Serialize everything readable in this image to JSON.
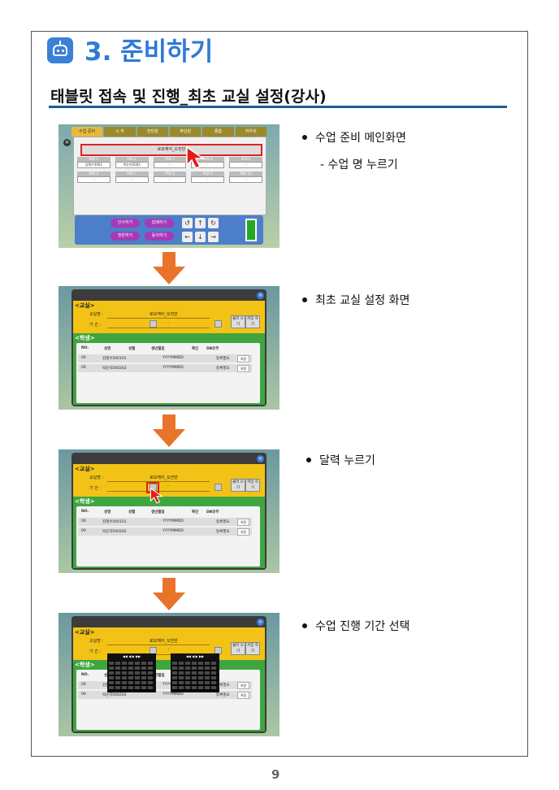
{
  "header": {
    "title": "3. 준비하기",
    "subtitle": "태블릿 접속 및 진행_최초 교실 설정(강사)"
  },
  "colors": {
    "title": "#2f7ad6",
    "underline": "#1f5a96",
    "arrow": "#e9732a"
  },
  "steps": [
    {
      "bullet": "수업 준비 메인화면",
      "sub": "- 수업 명 누르기"
    },
    {
      "bullet": "최초 교실 설정 화면"
    },
    {
      "bullet": "달력 누르기"
    },
    {
      "bullet": "수업 진행 기간 선택"
    }
  ],
  "shot1": {
    "tabs": [
      "수업 준비",
      "시 작",
      "전단원",
      "후단원",
      "종합",
      "하우미"
    ],
    "class_name": "로보케어_오전반",
    "pads": [
      {
        "label": "PAD 1",
        "value": "김철수5001"
      },
      {
        "label": "PAD 2",
        "value": "박순자5002"
      },
      {
        "label": "PAD 3",
        "value": "-"
      },
      {
        "label": "PAD 4",
        "value": "-"
      },
      {
        "label": "PAD 5",
        "value": "-"
      },
      {
        "label": "PAD 6",
        "value": "-"
      },
      {
        "label": "PAD 7",
        "value": "-"
      },
      {
        "label": "PAD 8",
        "value": "-"
      },
      {
        "label": "PAD 9",
        "value": "-"
      },
      {
        "label": "PAD 10",
        "value": "-"
      }
    ],
    "buttons": [
      "인사하기",
      "답례하기",
      "칭찬하기",
      "동의하기"
    ]
  },
  "dialog": {
    "classroom_header": "<교실>",
    "class_label": "교실명 :",
    "class_value": "로보케어_오전반",
    "period_label": "기 간 :",
    "period_sep": "-",
    "load_btn": "불러 오기",
    "save_btn": "저장 하기",
    "student_header": "<학생>",
    "columns": [
      "NO.",
      "성명",
      "성별",
      "생년월일",
      "확인",
      "DB유무"
    ],
    "rows": [
      {
        "no": "00",
        "name": "김철수500101",
        "birth": "YYYYMMDD",
        "status": "등록필요",
        "btn": "저장"
      },
      {
        "no": "00",
        "name": "박순자500202",
        "birth": "YYYYMMDD",
        "status": "등록필요",
        "btn": "저장"
      }
    ]
  },
  "page_number": "9"
}
